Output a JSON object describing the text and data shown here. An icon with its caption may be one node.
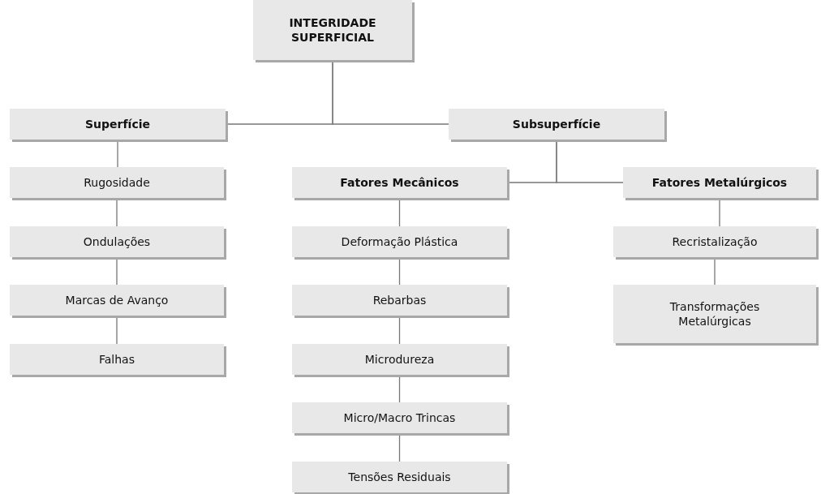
{
  "diagram": {
    "nodes": [
      {
        "text": [
          "INTEGRIDADE SUPERFICIAL"
        ]
      },
      {
        "text": [
          "Superfície"
        ]
      },
      {
        "text": [
          "Subsuperfície"
        ]
      },
      {
        "text": [
          "Rugosidade"
        ]
      },
      {
        "text": [
          "Ondulações"
        ]
      },
      {
        "text": [
          "Marcas de Avanço"
        ]
      },
      {
        "text": [
          "Falhas"
        ]
      },
      {
        "text": [
          "Fatores Mecânicos"
        ]
      },
      {
        "text": [
          "Fatores Metalúrgicos"
        ]
      },
      {
        "text": [
          "Deformação Plástica"
        ]
      },
      {
        "text": [
          "Rebarbas"
        ]
      },
      {
        "text": [
          "Microdureza"
        ]
      },
      {
        "text": [
          "Micro/Macro Trincas"
        ]
      },
      {
        "text": [
          "Tensões Residuais"
        ]
      },
      {
        "text": [
          "Recristalização"
        ]
      },
      {
        "text": [
          "Transformações Metalúrgicas"
        ]
      }
    ],
    "edges": [
      {
        "from": 0,
        "to": 1,
        "arrow": "none"
      },
      {
        "from": 0,
        "to": 2,
        "arrow": "none"
      },
      {
        "from": 1,
        "to": 3,
        "arrow": "none"
      },
      {
        "from": 3,
        "to": 4,
        "arrow": "none"
      },
      {
        "from": 4,
        "to": 5,
        "arrow": "none"
      },
      {
        "from": 5,
        "to": 6,
        "arrow": "none"
      },
      {
        "from": 2,
        "to": 7,
        "arrow": "none"
      },
      {
        "from": 2,
        "to": 8,
        "arrow": "none"
      },
      {
        "from": 7,
        "to": 9,
        "arrow": "none"
      },
      {
        "from": 9,
        "to": 10,
        "arrow": "none"
      },
      {
        "from": 10,
        "to": 11,
        "arrow": "none"
      },
      {
        "from": 11,
        "to": 12,
        "arrow": "none"
      },
      {
        "from": 12,
        "to": 13,
        "arrow": "none"
      },
      {
        "from": 8,
        "to": 14,
        "arrow": "none"
      },
      {
        "from": 14,
        "to": 15,
        "arrow": "none"
      }
    ]
  }
}
